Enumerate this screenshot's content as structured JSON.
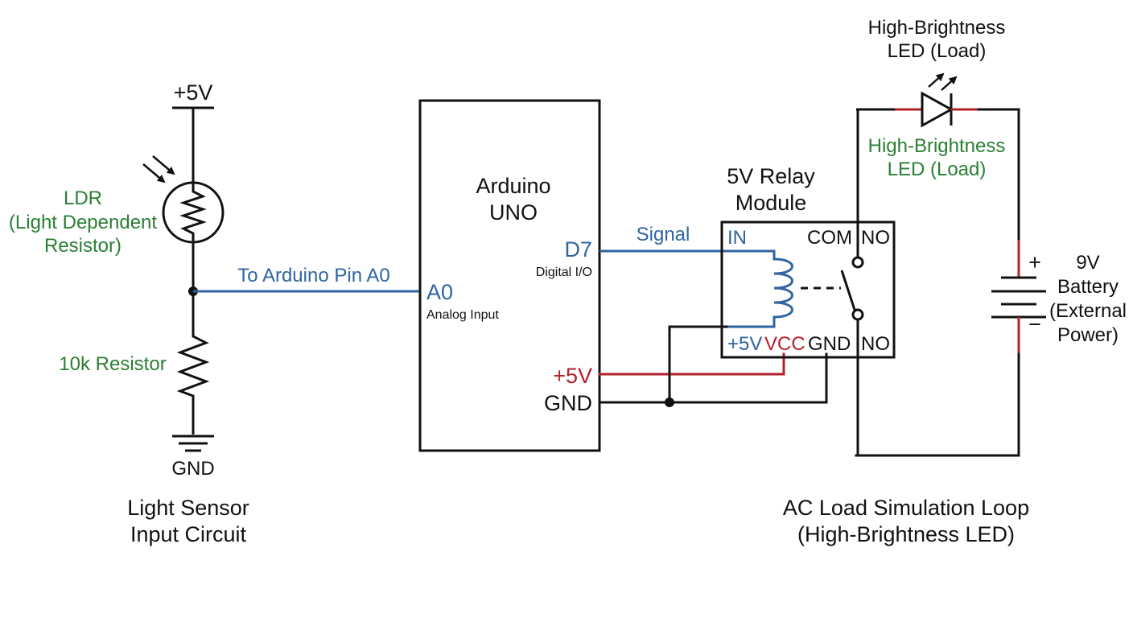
{
  "colors": {
    "black": "#111111",
    "blue": "#2f64a0",
    "red": "#b3212a",
    "green": "#2a7f34"
  },
  "sensor": {
    "supply_label": "+5V",
    "ldr_label": [
      "LDR",
      "(Light Dependent",
      "Resistor)"
    ],
    "pin_label": "To Arduino Pin A0",
    "resistor_label": "10k Resistor",
    "ground_label": "GND",
    "caption": [
      "Light Sensor",
      "Input Circuit"
    ]
  },
  "arduino": {
    "title": [
      "Arduino",
      "UNO"
    ],
    "a0_label": "A0",
    "a0_sub": "Analog Input",
    "d7_label": "D7",
    "d7_sub": "Digital I/O",
    "v5_label": "+5V",
    "gnd_label": "GND"
  },
  "relay": {
    "title": [
      "5V Relay",
      "Module"
    ],
    "signal_label": "Signal",
    "in_label": "IN",
    "com_label": "COM",
    "no_top_label": "NO",
    "v5_label": "+5V",
    "vcc_label": "VCC",
    "gnd_label": "GND",
    "no_bottom_label": "NO"
  },
  "load": {
    "led_title": [
      "High-Brightness",
      "LED (Load)"
    ],
    "led_label": [
      "High-Brightness",
      "LED (Load)"
    ],
    "battery_plus": "+",
    "battery_minus": "−",
    "battery_label": [
      "9V",
      "Battery",
      "(External",
      "Power)"
    ],
    "caption": [
      "AC Load Simulation Loop",
      "(High-Brightness LED)"
    ]
  }
}
